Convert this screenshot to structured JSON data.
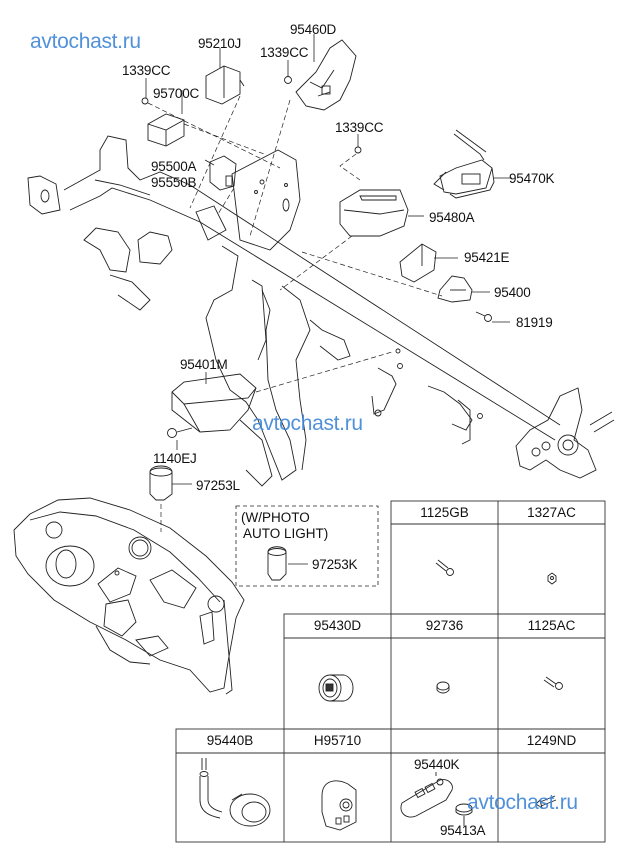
{
  "watermarks": [
    "avtochast.ru",
    "avtochast.ru",
    "avtochast.ru"
  ],
  "callouts": {
    "p95210J": "95210J",
    "p1339CC_a": "1339CC",
    "p95700C": "95700C",
    "p95460D": "95460D",
    "p1339CC_b": "1339CC",
    "p1339CC_c": "1339CC",
    "p95470K": "95470K",
    "p95500A": "95500A",
    "p95550B": "95550B",
    "p95480A": "95480A",
    "p95421E": "95421E",
    "p95400": "95400",
    "p81919": "81919",
    "p95401M": "95401M",
    "p1140EJ": "1140EJ",
    "p97253L": "97253L"
  },
  "option_box": {
    "line1": "(W/PHOTO",
    "line2": "AUTO LIGHT)",
    "part": "97253K"
  },
  "parts_table": {
    "row1": [
      {
        "part": "1125GB",
        "icon": "flange-bolt-icon"
      },
      {
        "part": "1327AC",
        "icon": "hex-nut-icon"
      }
    ],
    "row2": [
      {
        "part": "95430D",
        "icon": "knob-switch-icon"
      },
      {
        "part": "92736",
        "icon": "cap-nut-icon"
      },
      {
        "part": "1125AC",
        "icon": "flange-bolt-icon"
      }
    ],
    "row3": [
      {
        "part": "95440B",
        "icon": "immobilizer-coil-icon"
      },
      {
        "part": "H95710",
        "icon": "antenna-coil-icon"
      },
      {
        "part": "",
        "icon": "key-fob-icon",
        "sub_labels": [
          "95440K",
          "95413A"
        ]
      },
      {
        "part": "1249ND",
        "icon": "screw-icon"
      }
    ]
  }
}
